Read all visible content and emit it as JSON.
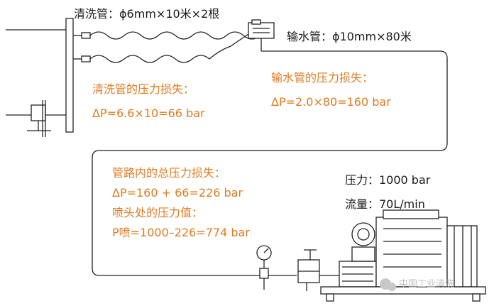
{
  "labels": {
    "cleaning_hose": "清洗管：ϕ6mm×10米×2根",
    "delivery_hose": "输水管：ϕ10mm×80米",
    "cleaning_loss_title": "清洗管的压力损失：",
    "cleaning_loss_formula": "ΔP=6.6×10=66 bar",
    "delivery_loss_title": "输水管的压力损失：",
    "delivery_loss_formula": "ΔP=2.0×80=160 bar",
    "total_loss_title": "管路内的总压力损失：",
    "total_loss_formula": "ΔP=160 + 66=226 bar",
    "nozzle_pressure_title": "喷头处的压力值：",
    "nozzle_pressure_formula": "P喷=1000–226=774 bar",
    "pressure": "压力：1000 bar",
    "flow": "流量：70L/min"
  },
  "watermark": "中国工业清洗",
  "colors": {
    "black_text": "#1a1a1a",
    "orange_text": "#e07a1f",
    "line": "#222222"
  }
}
